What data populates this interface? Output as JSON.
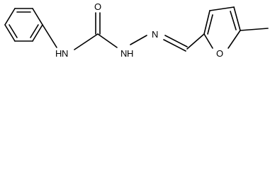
{
  "molecule": {
    "atoms": {
      "O_carbonyl": "O",
      "NH_left": "N",
      "H_left": "H",
      "NH_right": "N",
      "H_right": "H",
      "N_imine": "N",
      "O_furan": "O"
    },
    "colors": {
      "bond": "#000000",
      "label": "#000000",
      "background": "#ffffff"
    }
  }
}
